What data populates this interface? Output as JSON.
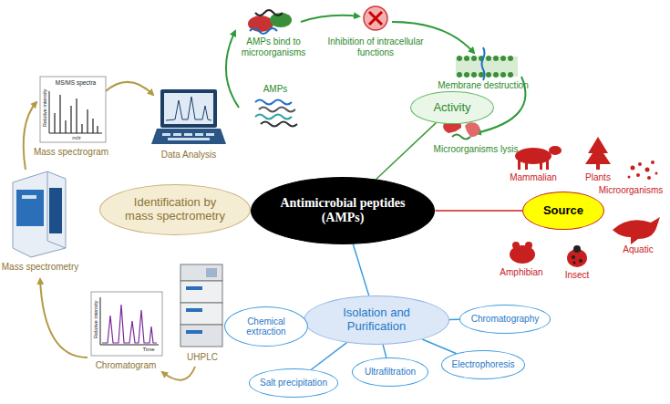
{
  "diagram": {
    "nodes": [
      {
        "text": [
          "Antimicrobial peptides (AMPs)"
        ]
      },
      {
        "text": [
          "Activity"
        ]
      },
      {
        "text": [
          "Source"
        ]
      },
      {
        "text": [
          "Isolation and Purification"
        ]
      },
      {
        "text": [
          "Identification by mass spectrometry"
        ]
      },
      {
        "text": [
          "Chemical extraction"
        ]
      },
      {
        "text": [
          "Salt precipitation"
        ]
      },
      {
        "text": [
          "Ultrafiltration"
        ]
      },
      {
        "text": [
          "Electrophoresis"
        ]
      },
      {
        "text": [
          "Chromatography"
        ]
      }
    ],
    "edges": [
      {
        "from": 0,
        "to": 1,
        "arrow": "none"
      },
      {
        "from": 0,
        "to": 2,
        "arrow": "none"
      },
      {
        "from": 0,
        "to": 3,
        "arrow": "none"
      },
      {
        "from": 0,
        "to": 4,
        "arrow": "none"
      },
      {
        "from": 3,
        "to": 5,
        "arrow": "none"
      },
      {
        "from": 3,
        "to": 6,
        "arrow": "none"
      },
      {
        "from": 3,
        "to": 7,
        "arrow": "none"
      },
      {
        "from": 3,
        "to": 8,
        "arrow": "none"
      },
      {
        "from": 3,
        "to": 9,
        "arrow": "none"
      }
    ],
    "labels": [
      "AMPs bind to microorganisms",
      "Inhibition of intracellular functions",
      "Membrane destruction",
      "Microorganisms lysis",
      "AMPs",
      "Mammalian",
      "Plants",
      "Microorganisms",
      "Aquatic",
      "Amphibian",
      "Insect",
      "MS/MS spectra",
      "Relative intensity",
      "m/z",
      "Mass spectrogram",
      "Data Analysis",
      "Mass spectrometry",
      "Relative intensity",
      "Time",
      "Chromatogram",
      "UHPLC"
    ]
  }
}
